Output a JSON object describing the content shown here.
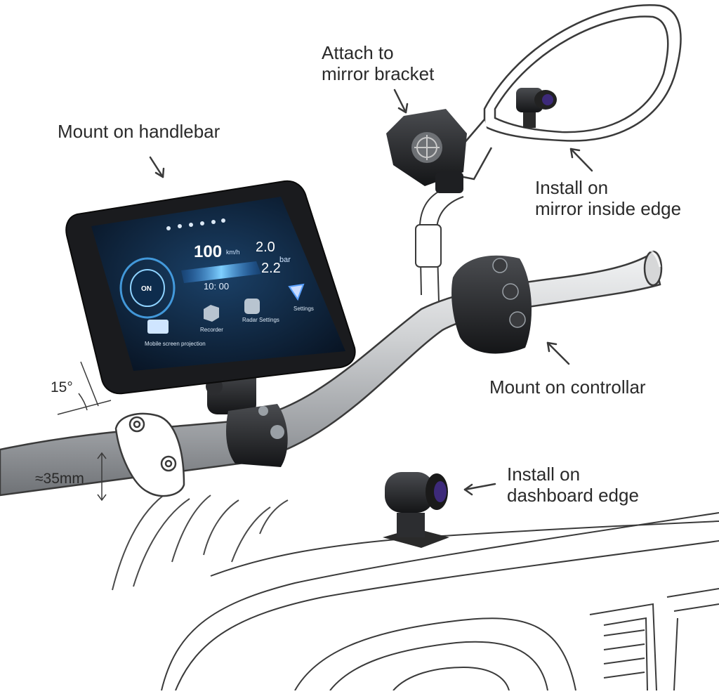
{
  "labels": {
    "handlebar": "Mount on handlebar",
    "mirror_bracket": [
      "Attach to",
      "mirror bracket"
    ],
    "mirror_edge": [
      "Install on",
      "mirror inside edge"
    ],
    "controller": "Mount on controllar",
    "dashboard": [
      "Install on",
      "dashboard edge"
    ]
  },
  "dimensions": {
    "angle": "15°",
    "diameter": "≈35mm"
  },
  "screen": {
    "speed": "100",
    "speed_unit": "km/h",
    "time": "10: 00",
    "pressure_top": "2.0",
    "pressure_bottom": "2.2",
    "pressure_unit": "bar",
    "on_label": "ON",
    "menu": [
      "Mobile screen projection",
      "Recorder",
      "Radar Settings",
      "Settings"
    ]
  },
  "colors": {
    "line": "#3a3a3a",
    "bar_light": "#d9dadb",
    "bar_dark": "#8d9094",
    "device": "#1e1f22",
    "screen_bg": "#0b1a2e",
    "accent": "#4fb4ff"
  }
}
